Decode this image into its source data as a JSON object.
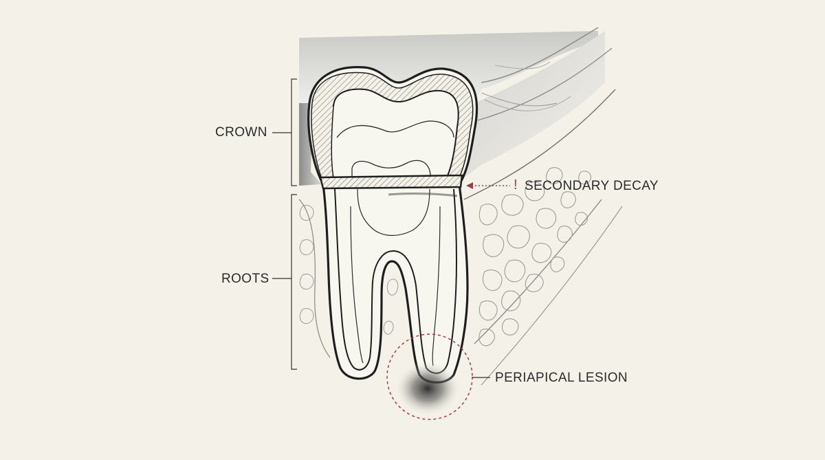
{
  "labels": {
    "crown": "CROWN",
    "roots": "ROOTS",
    "secondary_decay": "SECONDARY DECAY",
    "secondary_decay_marker": "!",
    "periapical_lesion": "PERIAPICAL LESION"
  },
  "colors": {
    "background": "#f4f2e8",
    "outline": "#1e1e1e",
    "accent_red": "#a83a44",
    "shadow_gray": "#9a9a96"
  }
}
